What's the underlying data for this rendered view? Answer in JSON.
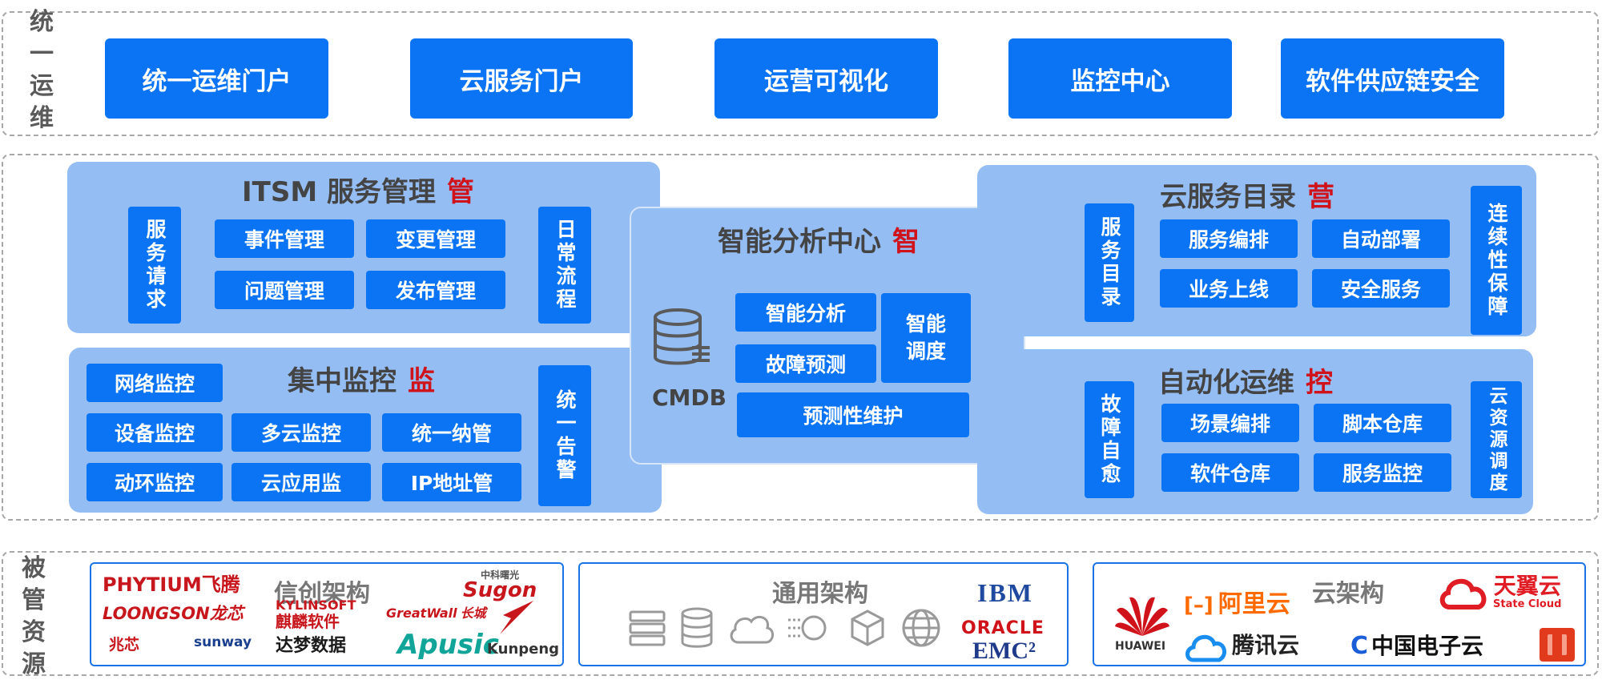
{
  "unified_ops": {
    "label": "统一运维",
    "buttons": [
      "统一运维门户",
      "云服务门户",
      "运营可视化",
      "监控中心",
      "软件供应链安全"
    ]
  },
  "itsm": {
    "title": "ITSM 服务管理",
    "accent": "管",
    "side_left": "服务请求",
    "side_right": "日常流程",
    "items": [
      "事件管理",
      "变更管理",
      "问题管理",
      "发布管理"
    ]
  },
  "monitoring": {
    "title": "集中监控",
    "accent": "监",
    "side_right": "统一告警",
    "items": [
      "网络监控",
      "设备监控",
      "多云监控",
      "统一纳管",
      "动环监控",
      "云应用监",
      "IP地址管"
    ]
  },
  "analysis": {
    "title": "智能分析中心",
    "accent": "智",
    "cmdb": "CMDB",
    "items": [
      "智能分析",
      "故障预测",
      "预测性维护"
    ],
    "side": "智能调度"
  },
  "cloud_catalog": {
    "title": "云服务目录",
    "accent": "营",
    "side_left": "服务目录",
    "side_right": "连续性保障",
    "items": [
      "服务编排",
      "自动部署",
      "业务上线",
      "安全服务"
    ]
  },
  "automation": {
    "title": "自动化运维",
    "accent": "控",
    "side_left": "故障自愈",
    "side_right": "云资源调度",
    "items": [
      "场景编排",
      "脚本仓库",
      "软件仓库",
      "服务监控"
    ]
  },
  "managed": {
    "label": "被管资源",
    "xinchuang": {
      "title": "信创架构",
      "logos": [
        "PHYTIUM飞腾",
        "LOONGSON龙芯",
        "兆芯",
        "sunway",
        "KYLINSOFT",
        "麒麟软件",
        "GreatWall",
        "长城",
        "中科曙光",
        "Sugon",
        "达梦数据",
        "Apusic",
        "Kunpeng"
      ]
    },
    "general": {
      "title": "通用架构",
      "logos": [
        "IBM",
        "ORACLE",
        "EMC²"
      ]
    },
    "cloud": {
      "title": "云架构",
      "logos": [
        "HUAWEI",
        "阿里云",
        "腾讯云",
        "天翼云",
        "State Cloud",
        "中国电子云"
      ]
    }
  },
  "colors": {
    "primary": "#0a74f5",
    "panel": "#94bdf3",
    "accent": "#d0121b"
  }
}
